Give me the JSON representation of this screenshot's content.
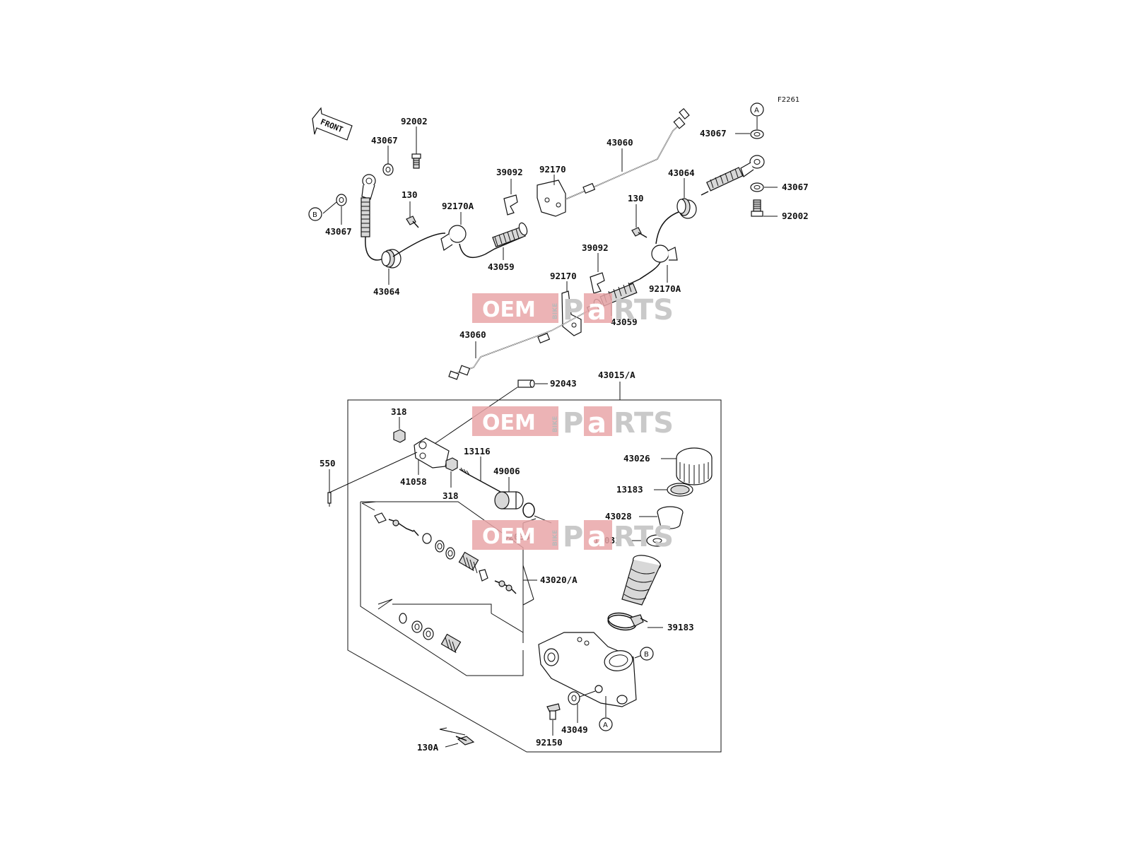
{
  "diagram": {
    "ref_code": "F2261",
    "front_label": "FRONT",
    "callouts": {
      "a": "A",
      "b": "B"
    },
    "labels": {
      "p92002_tl": "92002",
      "p43067_tl": "43067",
      "p43067_bl": "43067",
      "p130_l": "130",
      "p92170a_l": "92170A",
      "p43064_l": "43064",
      "p43059_l": "43059",
      "p39092_l": "39092",
      "p92170_l": "92170",
      "p43060_top": "43060",
      "p43067_tr": "43067",
      "p43067_r": "43067",
      "p92002_r": "92002",
      "p43064_r": "43064",
      "p130_r": "130",
      "p39092_r": "39092",
      "p92170a_r": "92170A",
      "p92170_m": "92170",
      "p43059_m": "43059",
      "p43060_m": "43060",
      "p92043": "92043",
      "p43015a": "43015/A",
      "p318_top": "318",
      "p550": "550",
      "p41058": "41058",
      "p318_b": "318",
      "p13116": "13116",
      "p49006": "49006",
      "p92033": "92033",
      "p43026": "43026",
      "p13183": "13183",
      "p43028": "43028",
      "p16031": "16031",
      "p43020a": "43020/A",
      "p39183": "39183",
      "p43049": "43049",
      "p92150": "92150",
      "p130a": "130A"
    },
    "watermark": {
      "oem": "OEM",
      "bike": "BIKE",
      "p": "P",
      "a": "a",
      "rts": "RTS"
    }
  }
}
